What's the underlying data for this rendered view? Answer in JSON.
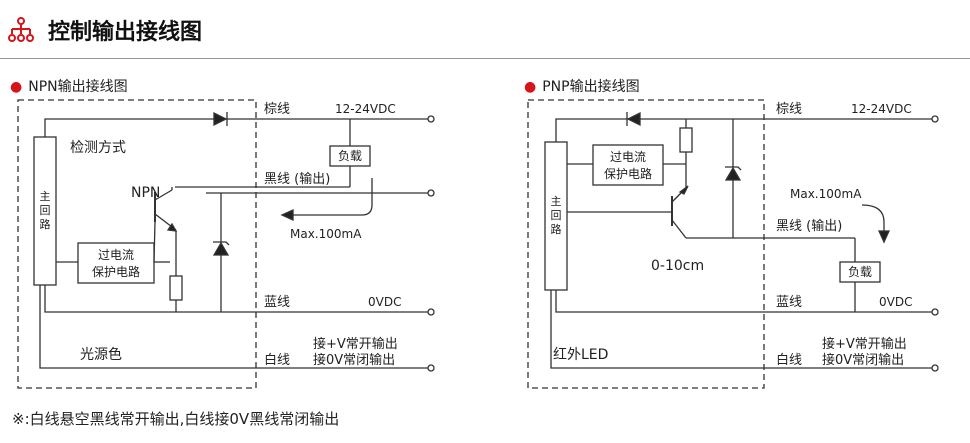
{
  "header": {
    "icon": "wiring-diagram-icon",
    "accent_color": "#d8141b",
    "title": "控制输出接线图"
  },
  "npn": {
    "section_title": "NPN输出接线图",
    "main_circuit": "主\n回\n路",
    "detection_mode": "检测方式",
    "transistor": "NPN",
    "protection_line1": "过电流",
    "protection_line2": "保护电路",
    "light_color": "光源色",
    "brown_wire": "棕线",
    "supply": "12-24VDC",
    "load": "负载",
    "black_wire": "黑线 (输出)",
    "max_current": "Max.100mA",
    "blue_wire": "蓝线",
    "zero_v": "0VDC",
    "white_wire": "白线",
    "white_note1": "接+V常开输出",
    "white_note2": "接0V常闭输出"
  },
  "pnp": {
    "section_title": "PNP输出接线图",
    "main_circuit": "主\n回\n路",
    "protection_line1": "过电流",
    "protection_line2": "保护电路",
    "distance": "0-10cm",
    "light_color": "红外LED",
    "brown_wire": "棕线",
    "supply": "12-24VDC",
    "max_current": "Max.100mA",
    "black_wire": "黑线 (输出)",
    "load": "负载",
    "blue_wire": "蓝线",
    "zero_v": "0VDC",
    "white_wire": "白线",
    "white_note1": "接+V常开输出",
    "white_note2": "接0V常闭输出"
  },
  "footnote": "※:白线悬空黑线常开输出,白线接0V黑线常闭输出"
}
